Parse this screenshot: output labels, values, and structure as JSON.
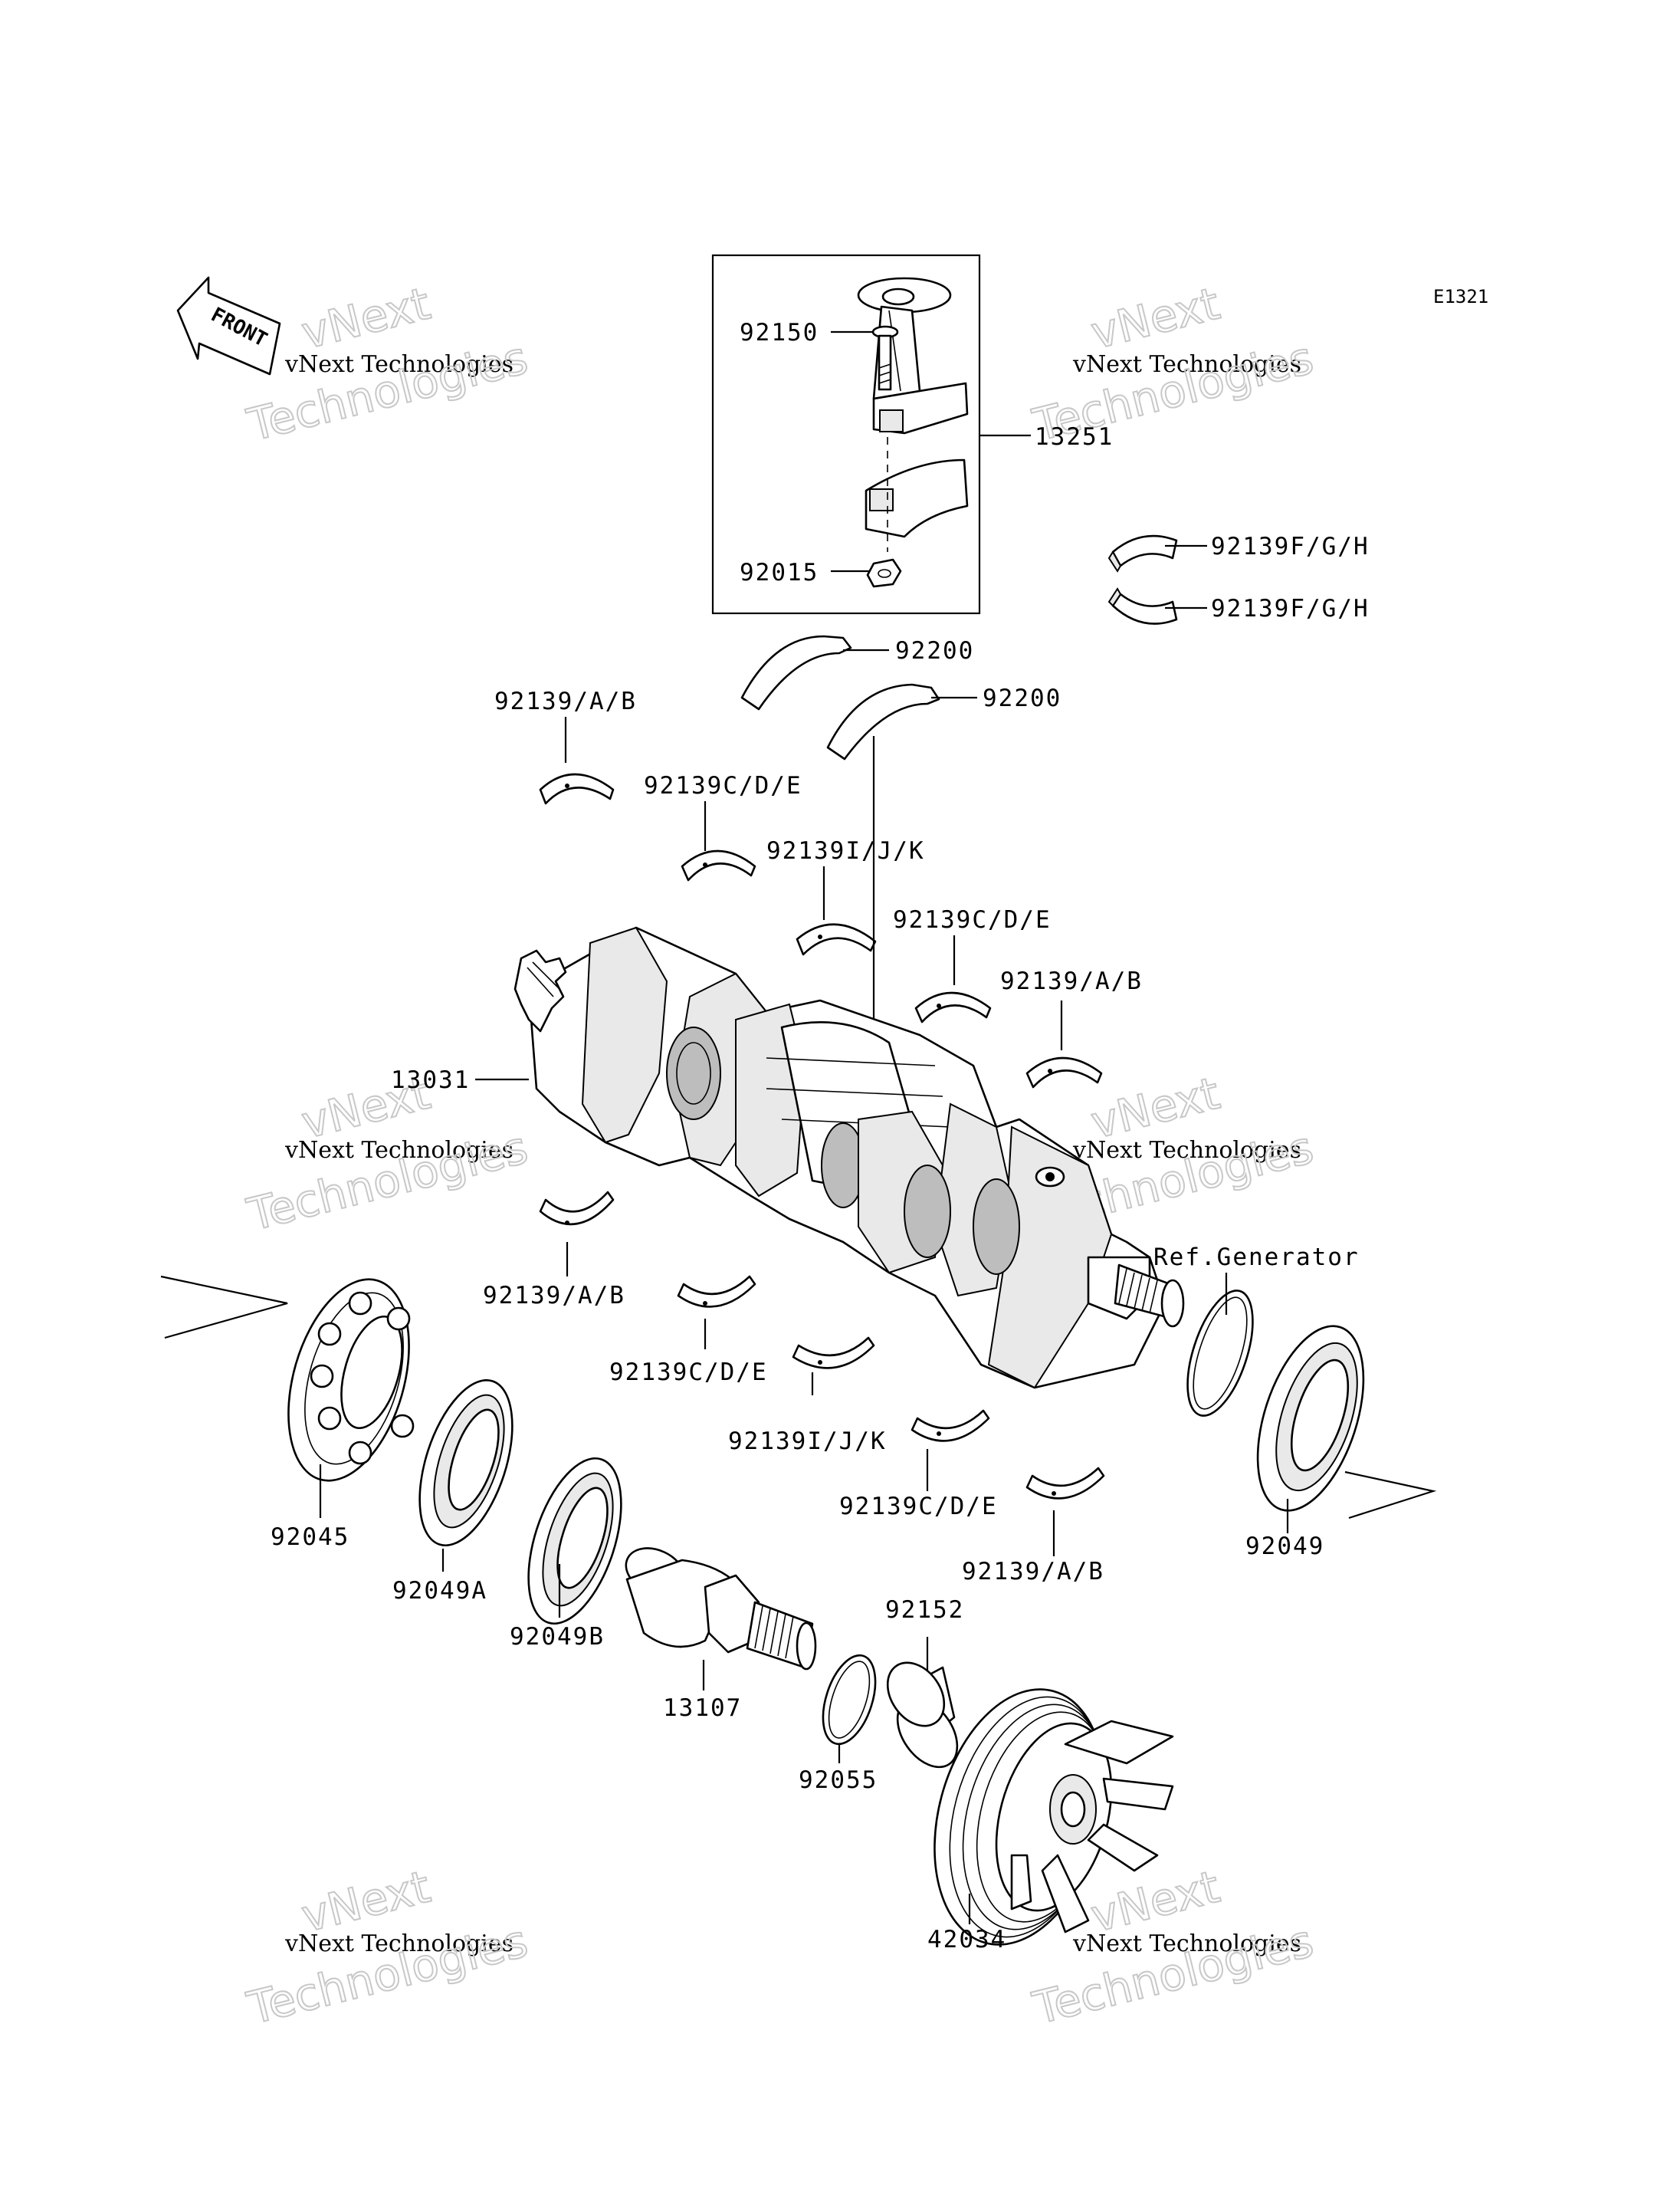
{
  "diagram_code": "E1321",
  "front_marker": "FRONT",
  "watermarks": [
    {
      "line1": "vNext",
      "line2": "vNext Technologies",
      "line3": "Technologies"
    },
    {
      "line1": "vNext",
      "line2": "vNext Technologies",
      "line3": "Technologies"
    },
    {
      "line1": "vNext",
      "line2": "vNext Technologies",
      "line3": "Technologies"
    },
    {
      "line1": "vNext",
      "line2": "vNext Technologies",
      "line3": "Technologies"
    },
    {
      "line1": "vNext",
      "line2": "vNext Technologies",
      "line3": "Technologies"
    },
    {
      "line1": "vNext",
      "line2": "vNext Technologies",
      "line3": "Technologies"
    }
  ],
  "labels": {
    "p92150": "92150",
    "p13251": "13251",
    "p92015": "92015",
    "p92139fgh_1": "92139F/G/H",
    "p92139fgh_2": "92139F/G/H",
    "p92200_1": "92200",
    "p92200_2": "92200",
    "p92139ab_top": "92139/A/B",
    "p92139cde_top": "92139C/D/E",
    "p92139ijk_top": "92139I/J/K",
    "p92139cde_mid": "92139C/D/E",
    "p92139ab_mid": "92139/A/B",
    "p13031": "13031",
    "ref_generator": "Ref.Generator",
    "p92139ab_low": "92139/A/B",
    "p92139cde_low": "92139C/D/E",
    "p92139ijk_low": "92139I/J/K",
    "p92139cde_low2": "92139C/D/E",
    "p92139ab_low2": "92139/A/B",
    "p92045": "92045",
    "p92049a": "92049A",
    "p92049b": "92049B",
    "p92049": "92049",
    "p13107": "13107",
    "p92152": "92152",
    "p92055": "92055",
    "p42034": "42034"
  }
}
